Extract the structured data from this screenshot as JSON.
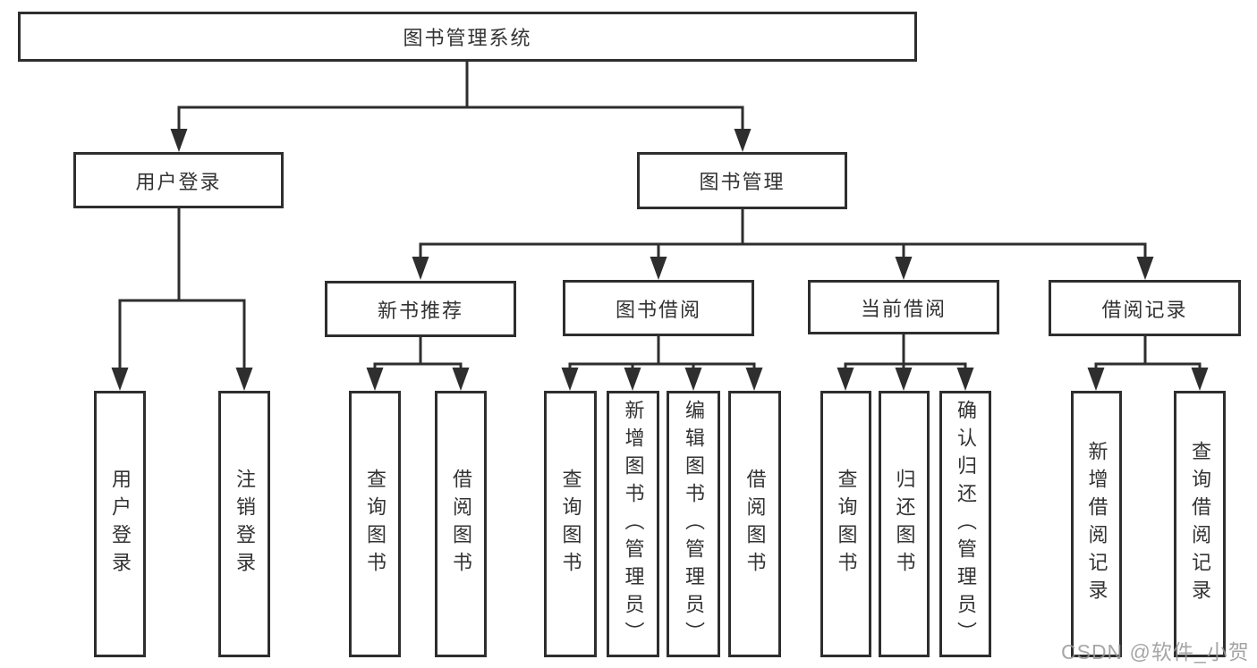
{
  "tree": {
    "root": "图书管理系统",
    "login": {
      "label": "用户登录",
      "children": [
        "用户登录",
        "注销登录"
      ]
    },
    "manage": {
      "label": "图书管理",
      "groups": [
        {
          "label": "新书推荐",
          "children": [
            "查询图书",
            "借阅图书"
          ]
        },
        {
          "label": "图书借阅",
          "children": [
            "查询图书",
            "新增图书（管理员）",
            "编辑图书（管理员）",
            "借阅图书"
          ]
        },
        {
          "label": "当前借阅",
          "children": [
            "查询图书",
            "归还图书",
            "确认归还（管理员）"
          ]
        },
        {
          "label": "借阅记录",
          "children": [
            "新增借阅记录",
            "查询借阅记录"
          ]
        }
      ]
    }
  },
  "watermark": "CSDN @软件_小贺同学",
  "colors": {
    "line": "#2e2e2e",
    "text": "#333333",
    "box_background": "#ffffff",
    "watermark": "#969696",
    "background": "#ffffff"
  }
}
